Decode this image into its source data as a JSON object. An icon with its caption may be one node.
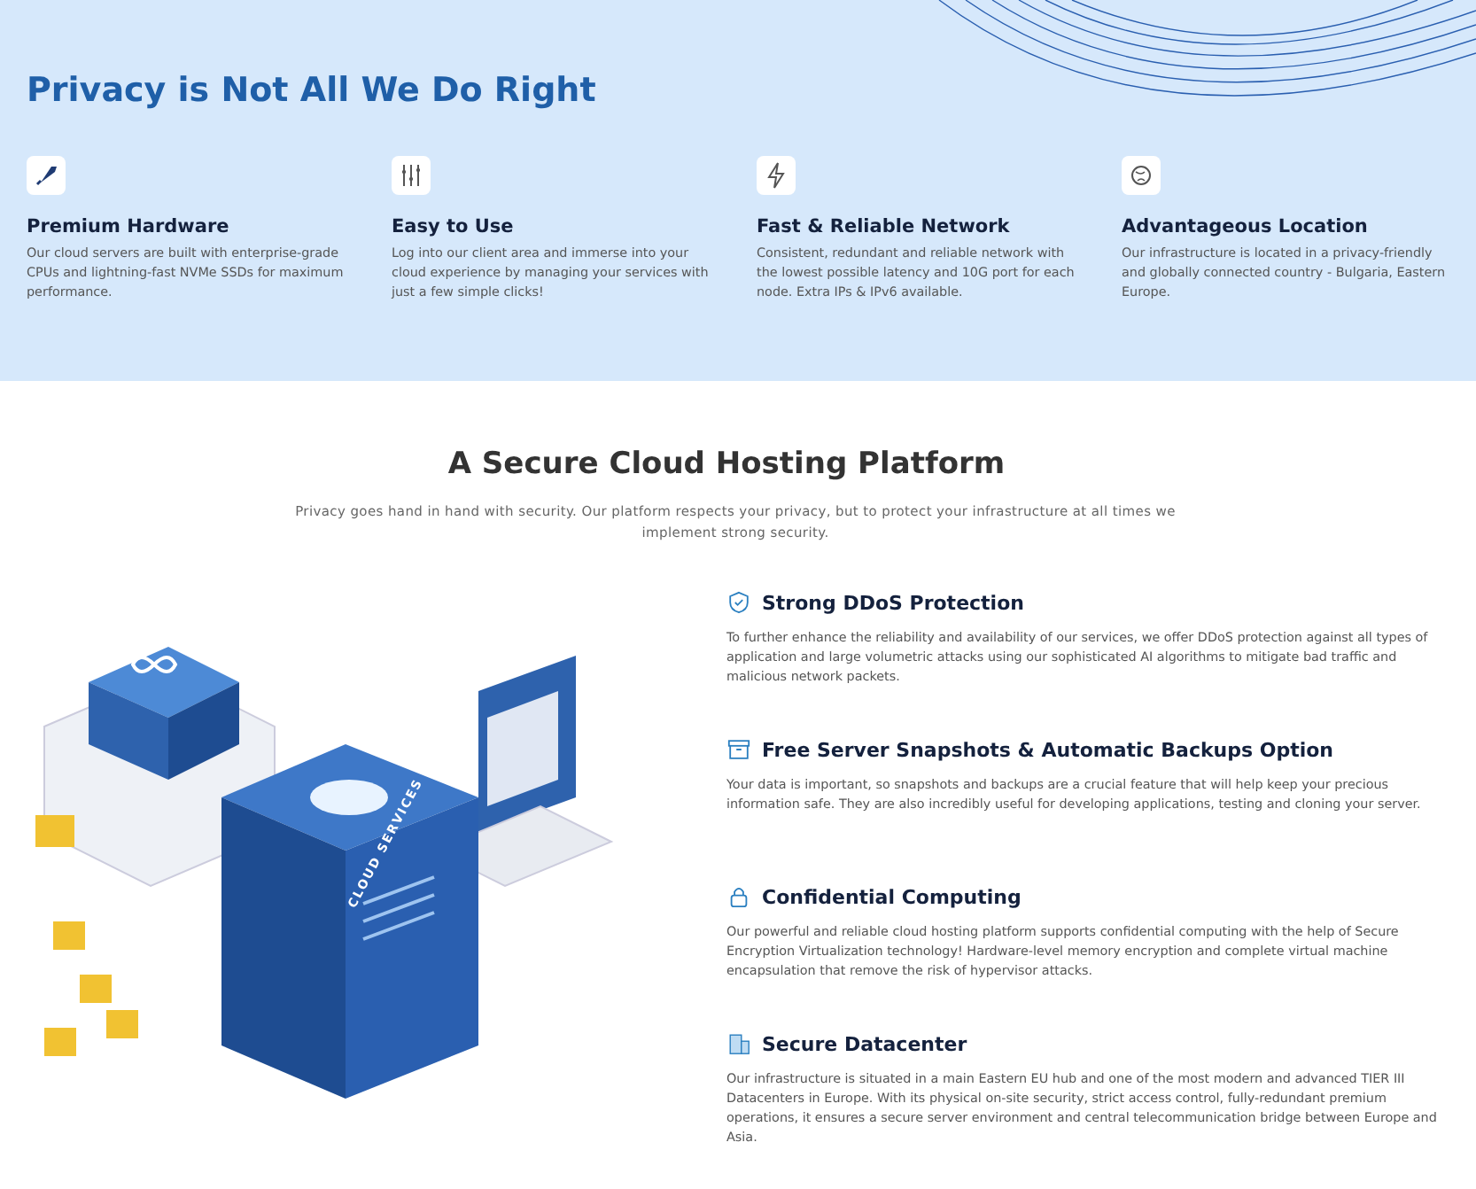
{
  "diagram": {
    "title": "Privacy is Not All We Do Right",
    "nodes": [
      {
        "text": [
          "Premium Hardware",
          "Our cloud servers are built with enterprise-grade CPUs and lightning-fast NVMe SSDs for maximum performance."
        ]
      },
      {
        "text": [
          "Easy to Use",
          "Log into our client area and immerse into your cloud experience by managing your services with just a few simple clicks!"
        ]
      },
      {
        "text": [
          "Fast & Reliable Network",
          "Consistent, redundant and reliable network with the lowest possible latency and 10G port for each node. Extra IPs & IPv6 available."
        ]
      },
      {
        "text": [
          "Advantageous Location",
          "Our infrastructure is located in a privacy-friendly and globally connected country - Bulgaria, Eastern Europe."
        ]
      },
      {
        "text": [
          "Strong DDoS Protection",
          "To further enhance the reliability and availability of our services, we offer DDoS protection against all types of application and large volumetric attacks using our sophisticated AI algorithms to mitigate bad traffic and malicious network packets."
        ]
      },
      {
        "text": [
          "Free Server Snapshots & Automatic Backups Option",
          "Your data is important, so snapshots and backups are a crucial feature that will help keep your precious information safe. They are also incredibly useful for developing applications, testing and cloning your server."
        ]
      },
      {
        "text": [
          "Confidential Computing",
          "Our powerful and reliable cloud hosting platform supports confidential computing with the help of Secure Encryption Virtualization technology! Hardware-level memory encryption and complete virtual machine encapsulation that remove the risk of hypervisor attacks."
        ]
      },
      {
        "text": [
          "Secure Datacenter",
          "Our infrastructure is situated in a main Eastern EU hub and one of the most modern and advanced TIER III Datacenters in Europe. With its physical on-site security, strict access control, fully-redundant premium operations, it ensures a secure server environment and central telecommunication bridge between Europe and Asia."
        ]
      }
    ],
    "labels": [
      "A Secure Cloud Hosting Platform",
      "Privacy goes hand in hand with security. Our platform respects your privacy, but to protect your infrastructure at all times we implement strong security.",
      "CLOUD SERVICES"
    ]
  }
}
